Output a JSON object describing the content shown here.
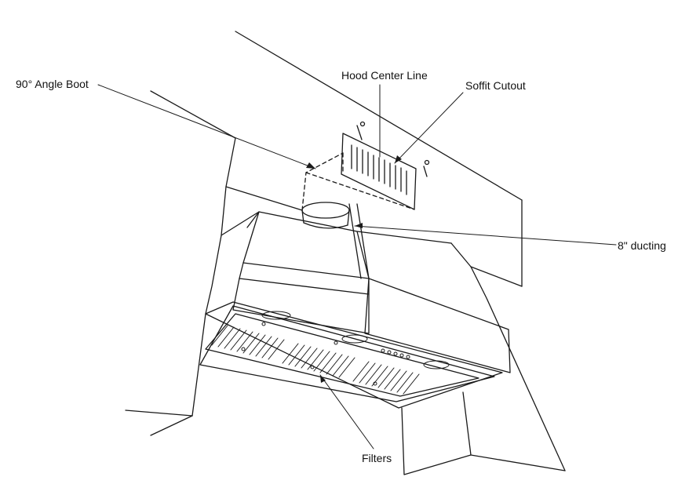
{
  "callouts": {
    "angle_boot": "90° Angle Boot",
    "hood_center_line": "Hood Center Line",
    "soffit_cutout": "Soffit Cutout",
    "ducting": "8\" ducting",
    "filters": "Filters"
  },
  "colors": {
    "line": "#1a1a1a",
    "background": "#ffffff"
  }
}
